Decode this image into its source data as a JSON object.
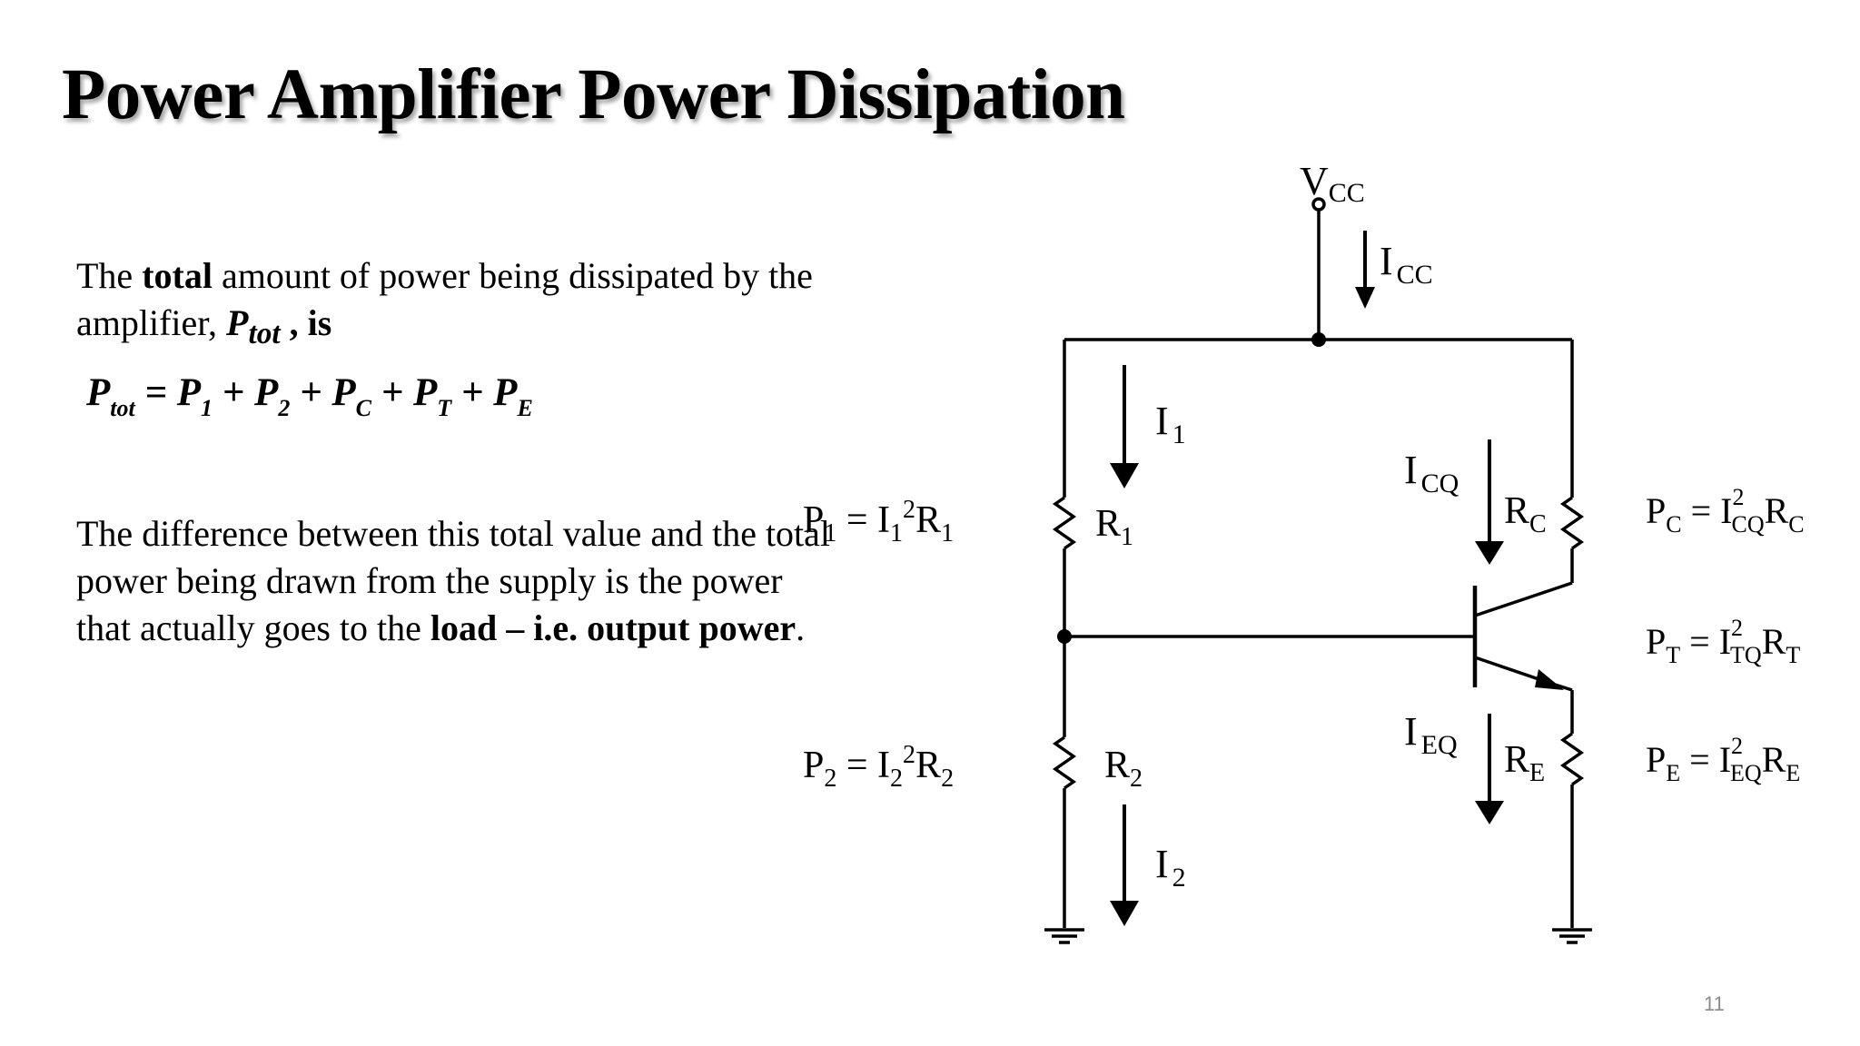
{
  "title": "Power Amplifier Power Dissipation",
  "para1": {
    "prefix": "The ",
    "bold": "total",
    "mid": " amount of power being dissipated by the amplifier, ",
    "sym": "P",
    "sym_sub": "tot",
    "suffix": " , is"
  },
  "equation": {
    "lhs": "P",
    "lhs_sub": "tot",
    "terms": [
      {
        "sym": "P",
        "sub": "1"
      },
      {
        "sym": "P",
        "sub": "2"
      },
      {
        "sym": "P",
        "sub": "C"
      },
      {
        "sym": "P",
        "sub": "T"
      },
      {
        "sym": "P",
        "sub": "E"
      }
    ]
  },
  "para2": {
    "text": "The difference between this total value and the total power being drawn from the supply is the power that actually goes to the ",
    "bold": "load – i.e. output power",
    "end": "."
  },
  "circuit": {
    "vcc": {
      "main": "V",
      "sub": "CC"
    },
    "icc": {
      "main": "I",
      "sub": "CC"
    },
    "i1": {
      "main": "I",
      "sub": "1"
    },
    "i2": {
      "main": "I",
      "sub": "2"
    },
    "icq": {
      "main": "I",
      "sub": "CQ"
    },
    "ieq": {
      "main": "I",
      "sub": "EQ"
    },
    "r1": {
      "main": "R",
      "sub": "1"
    },
    "r2": {
      "main": "R",
      "sub": "2"
    },
    "rc": {
      "main": "R",
      "sub": "C"
    },
    "re": {
      "main": "R",
      "sub": "E"
    },
    "p1_eq": {
      "lhs": "P",
      "lhs_sub": "1",
      "eq": " = ",
      "i": "I",
      "i_sub": "1",
      "pow": "2",
      "r": "R",
      "r_sub": "1"
    },
    "p2_eq": {
      "lhs": "P",
      "lhs_sub": "2",
      "eq": " = ",
      "i": "I",
      "i_sub": "2",
      "pow": "2",
      "r": "R",
      "r_sub": "2"
    },
    "pc_eq": {
      "lhs": "P",
      "lhs_sub": "C",
      "eq": " = ",
      "i": "I",
      "i_sub": "CQ",
      "pow": "2",
      "r": "R",
      "r_sub": "C"
    },
    "pt_eq": {
      "lhs": "P",
      "lhs_sub": "T",
      "eq": " = ",
      "i": "I",
      "i_sub": "TQ",
      "pow": "2",
      "r": "R",
      "r_sub": "T"
    },
    "pe_eq": {
      "lhs": "P",
      "lhs_sub": "E",
      "eq": " = ",
      "i": "I",
      "i_sub": "EQ",
      "pow": "2",
      "r": "R",
      "r_sub": "E"
    }
  },
  "page_number": "11"
}
